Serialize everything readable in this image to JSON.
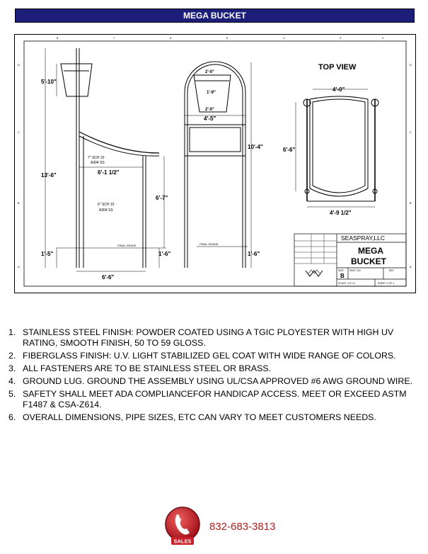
{
  "header": {
    "title": "MEGA BUCKET"
  },
  "drawing": {
    "side_view": {
      "dims": [
        "5'-10\"",
        "13'-6\"",
        "1'-5\"",
        "6'-6\"",
        "6'-7\"",
        "1'-6\"",
        "6'-1 1/2\""
      ],
      "pipe_note_top": [
        "7\" SCH 10",
        "A304 SS"
      ],
      "pipe_note_main": [
        "6\" SCH 10",
        "A304 SS"
      ],
      "final_grade": "FINAL GRADE"
    },
    "front_view": {
      "dims": [
        "2'-0\"",
        "1'-9\"",
        "2'-0\"",
        "4'-5\"",
        "10'-4\"",
        "1'-6\""
      ],
      "final_grade": "FINAL GRADE"
    },
    "top_view": {
      "label": "TOP VIEW",
      "dims": [
        "4'-0\"",
        "6'-6\"",
        "4'-9 1/2\""
      ]
    },
    "title_block": {
      "company": "SEASPRAY,LLC",
      "product_line1": "MEGA",
      "product_line2": "BUCKET",
      "size_label": "SIZE",
      "dwg_label": "DWG. NO",
      "rev_label": "REV",
      "size_value": "B",
      "scale": "SCALE: 1/2\"=1'",
      "sheet": "SHEET 1 OF 1"
    }
  },
  "notes": [
    {
      "num": "1.",
      "text": " STAINLESS STEEL FINISH: POWDER COATED USING A TGIC PLOYESTER WITH HIGH UV RATING, SMOOTH FINISH, 50 TO 59 GLOSS."
    },
    {
      "num": "2.",
      "text": " FIBERGLASS FINISH: U.V. LIGHT STABILIZED GEL COAT WITH WIDE RANGE OF COLORS."
    },
    {
      "num": "3.",
      "text": "ALL FASTENERS ARE TO BE STAINLESS STEEL OR BRASS."
    },
    {
      "num": "4.",
      "text": "GROUND  LUG. GROUND THE ASSEMBLY USING UL/CSA APPROVED #6 AWG GROUND WIRE."
    },
    {
      "num": "5.",
      "text": "SAFETY SHALL MEET ADA COMPLIANCEFOR HANDICAP ACCESS. MEET OR EXCEED ASTM F1487 & CSA-Z614."
    },
    {
      "num": "6.",
      "text": "OVERALL DIMENSIONS, PIPE SIZES, ETC CAN VARY TO MEET CUSTOMERS NEEDS."
    }
  ],
  "contact": {
    "badge": "SALES",
    "phone": "832-683-3813"
  },
  "colors": {
    "title_bar": "#1d1d7a",
    "phone": "#b02020",
    "sales_badge": "#c8202a"
  }
}
